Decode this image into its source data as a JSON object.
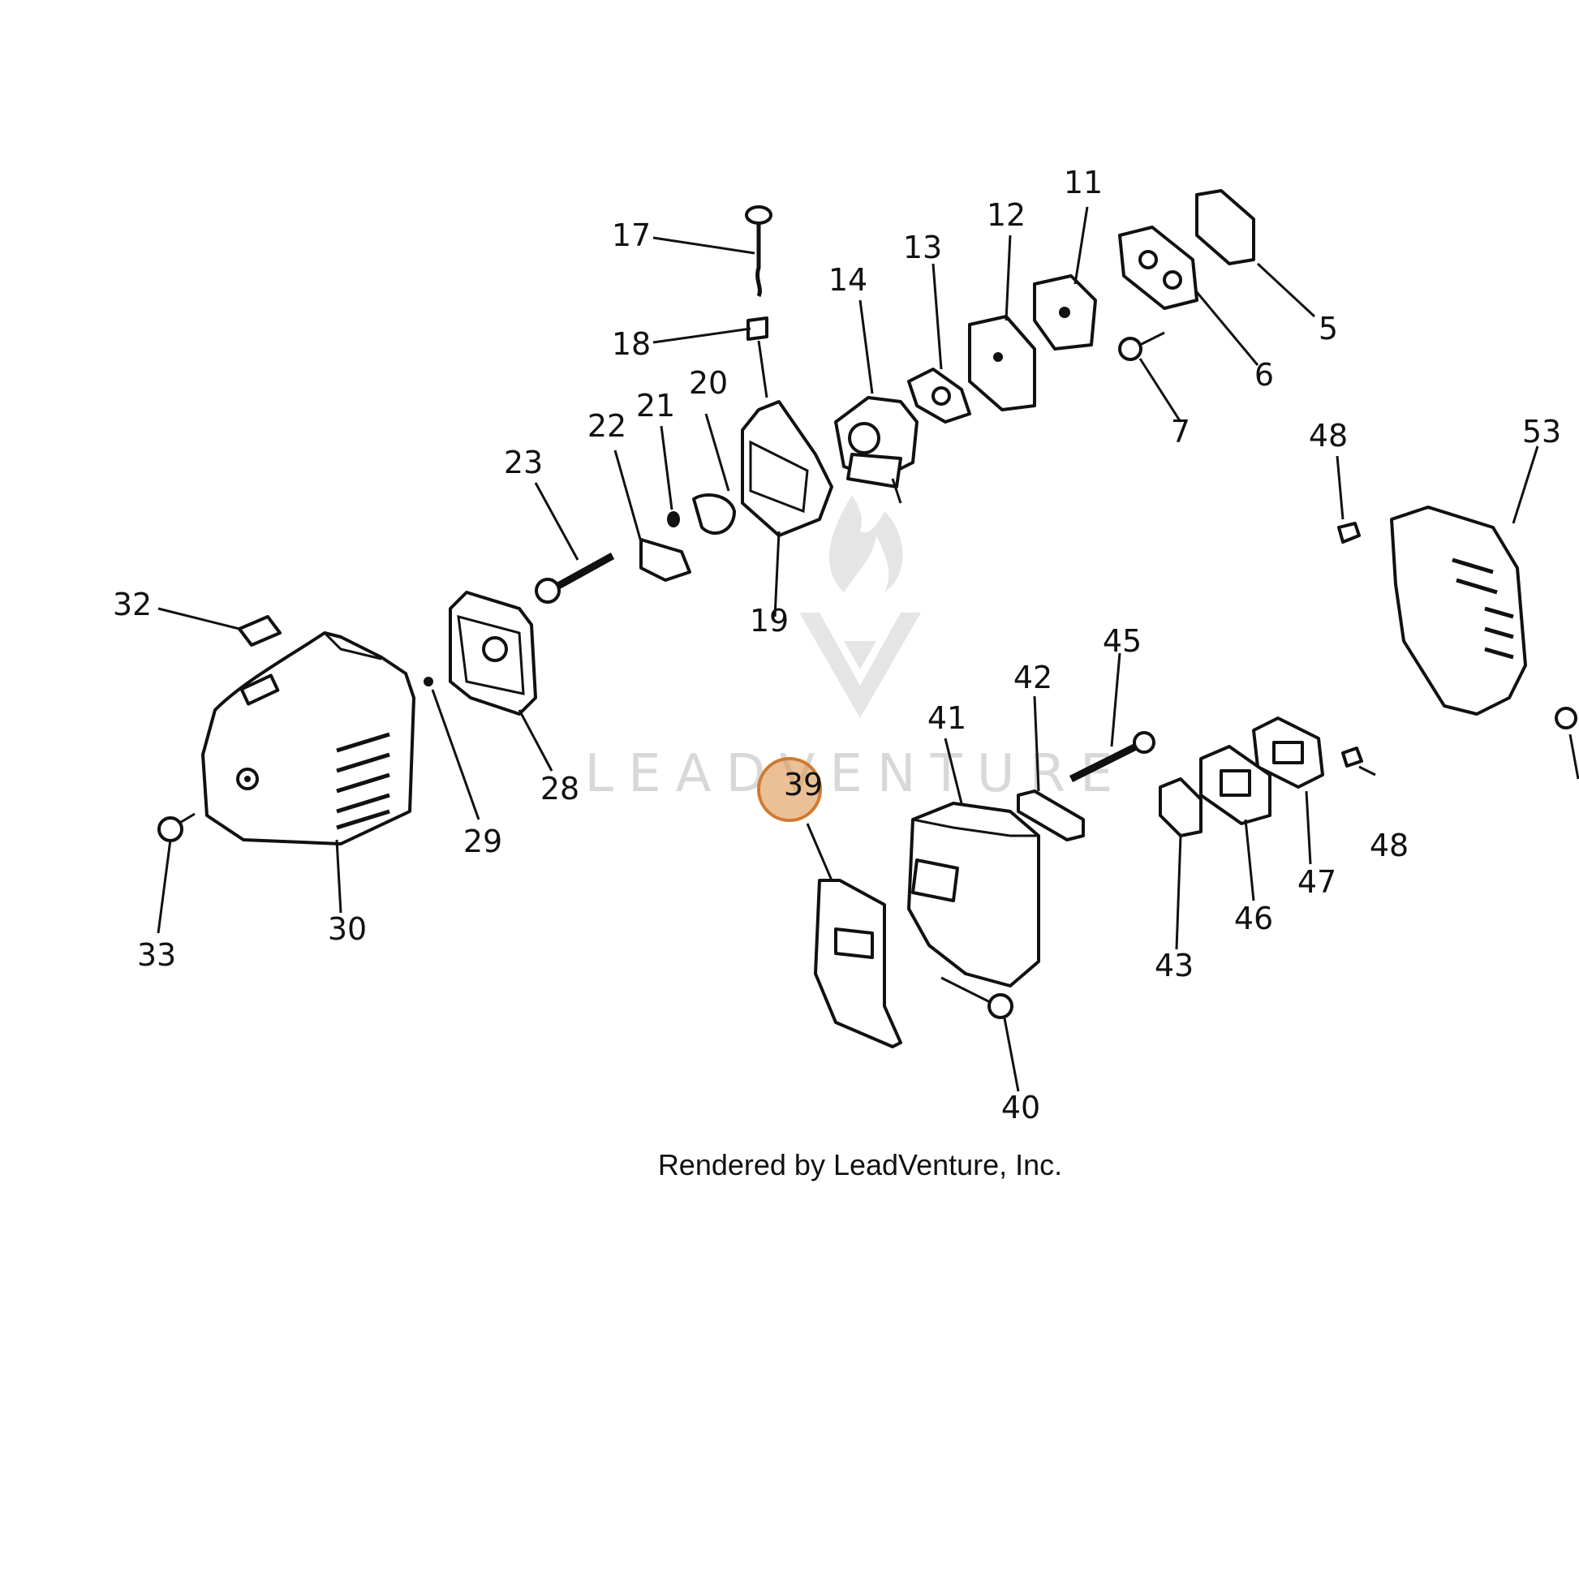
{
  "callouts": [
    "5",
    "6",
    "7",
    "11",
    "12",
    "13",
    "14",
    "17",
    "18",
    "19",
    "20",
    "21",
    "22",
    "23",
    "28",
    "29",
    "30",
    "32",
    "33",
    "39",
    "40",
    "41",
    "42",
    "43",
    "45",
    "46",
    "47",
    "48",
    "48",
    "53"
  ],
  "highlighted_callout": "39",
  "watermark": {
    "text": "LEADVENTURE",
    "brand_icon": "leadventure-flame-v-logo"
  },
  "footer_text": "Rendered by LeadVenture, Inc.",
  "colors": {
    "line": "#111111",
    "highlight": "#d07a30",
    "watermark": "#d8d8d8"
  }
}
